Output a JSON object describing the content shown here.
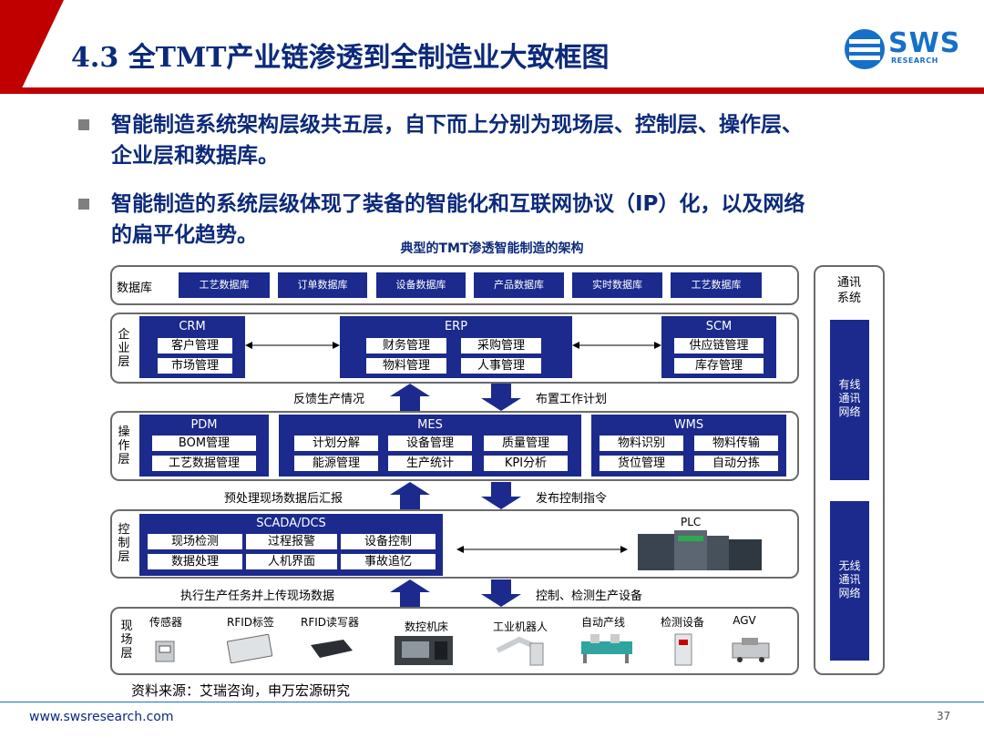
{
  "header": {
    "title": "4.3 全TMT产业链渗透到全制造业大致框图",
    "logo_text": "SWS",
    "logo_sub": "RESEARCH"
  },
  "bullets": [
    {
      "line1": "智能制造系统架构层级共五层，自下而上分别为现场层、控制层、操作层、",
      "line2": "企业层和数据库。"
    },
    {
      "line1": "智能制造的系统层级体现了装备的智能化和互联网协议（IP）化，以及网络",
      "line2": "的扁平化趋势。"
    }
  ],
  "diagram": {
    "title": "典型的TMT渗透智能制造的架构",
    "database": {
      "label": "数据库",
      "items": [
        "工艺数据库",
        "订单数据库",
        "设备数据库",
        "产品数据库",
        "实时数据库",
        "工艺数据库"
      ]
    },
    "enterprise": {
      "label": [
        "企",
        "业",
        "层"
      ],
      "crm": {
        "title": "CRM",
        "items": [
          "客户管理",
          "市场管理"
        ]
      },
      "erp": {
        "title": "ERP",
        "items": [
          "财务管理",
          "采购管理",
          "物料管理",
          "人事管理"
        ]
      },
      "scm": {
        "title": "SCM",
        "items": [
          "供应链管理",
          "库存管理"
        ]
      }
    },
    "arrows1": {
      "left": "反馈生产情况",
      "right": "布置工作计划"
    },
    "operation": {
      "label": [
        "操",
        "作",
        "层"
      ],
      "pdm": {
        "title": "PDM",
        "items": [
          "BOM管理",
          "工艺数据管理"
        ]
      },
      "mes": {
        "title": "MES",
        "items": [
          "计划分解",
          "设备管理",
          "质量管理",
          "能源管理",
          "生产统计",
          "KPI分析"
        ]
      },
      "wms": {
        "title": "WMS",
        "items": [
          "物料识别",
          "物料传输",
          "货位管理",
          "自动分拣"
        ]
      }
    },
    "arrows2": {
      "left": "预处理现场数据后汇报",
      "right": "发布控制指令"
    },
    "control": {
      "label": [
        "控",
        "制",
        "层"
      ],
      "scada": {
        "title": "SCADA/DCS",
        "items": [
          "现场检测",
          "过程报警",
          "设备控制",
          "数据处理",
          "人机界面",
          "事故追忆"
        ]
      },
      "plc": "PLC"
    },
    "arrows3": {
      "left": "执行生产任务并上传现场数据",
      "right": "控制、检测生产设备"
    },
    "field": {
      "label": [
        "现",
        "场",
        "层"
      ],
      "devices": [
        "传感器",
        "RFID标签",
        "RFID读写器",
        "数控机床",
        "工业机器人",
        "自动产线",
        "检测设备",
        "AGV"
      ]
    },
    "comm": {
      "label": [
        "通讯",
        "系统"
      ],
      "wired": [
        "有线",
        "通讯",
        "网络"
      ],
      "wireless": [
        "无线",
        "通讯",
        "网络"
      ]
    },
    "source": "资料来源：艾瑞咨询，申万宏源研究"
  },
  "footer": {
    "url": "www.swsresearch.com",
    "page": "37"
  },
  "colors": {
    "navy": "#1b2a8c",
    "red": "#c00000",
    "title_blue": "#0b2a7a",
    "logo_blue": "#1670c8"
  }
}
